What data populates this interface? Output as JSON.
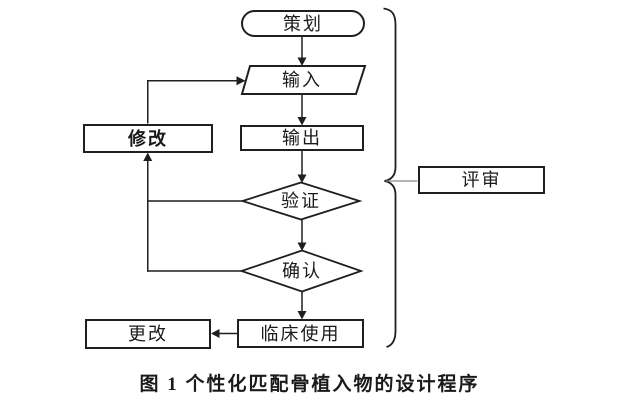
{
  "caption": "图 1 个性化匹配骨植入物的设计程序",
  "nodes": {
    "plan": "策划",
    "input": "输入",
    "output": "输出",
    "verify": "验证",
    "confirm": "确认",
    "clinical_use": "临床使用",
    "modify": "修改",
    "change": "更改",
    "review": "评审"
  },
  "edges": [
    {
      "from": "plan",
      "to": "input"
    },
    {
      "from": "input",
      "to": "output"
    },
    {
      "from": "output",
      "to": "verify"
    },
    {
      "from": "verify",
      "to": "confirm"
    },
    {
      "from": "confirm",
      "to": "clinical_use"
    },
    {
      "from": "clinical_use",
      "to": "change"
    },
    {
      "from": "verify",
      "to": "modify"
    },
    {
      "from": "confirm",
      "to": "modify"
    },
    {
      "from": "modify",
      "to": "input"
    }
  ],
  "brace": {
    "label_node": "review",
    "spans": "plan to clinical_use"
  },
  "colors": {
    "line": "#1f1f1f",
    "background": "#ffffff"
  }
}
